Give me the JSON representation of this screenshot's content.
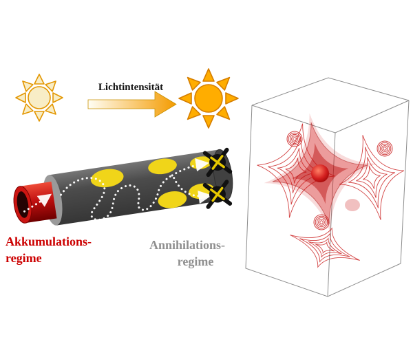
{
  "figure": {
    "intensity_arrow": {
      "label": "Lichtintensität",
      "gradient_start": "#FFFEF5",
      "gradient_end": "#F49B00"
    },
    "suns": {
      "weak_sun_fill": "#F8EDC6",
      "weak_sun_stroke": "#E39600",
      "strong_sun_fill": "#FFAD00",
      "strong_sun_stroke": "#D57E00"
    },
    "tube": {
      "body_color": "#4C4C4C",
      "opening_color": "#C41111",
      "exciton_color": "#F0D519",
      "diffusion_path_color": "#FFFFFF"
    },
    "regime_labels": {
      "accumulation": {
        "line1": "Akkumulations-",
        "line2": "regime",
        "color": "#CC0000"
      },
      "annihilation": {
        "line1": "Annihilations-",
        "line2": "regime",
        "color": "#8F8F8F"
      }
    },
    "density_plot": {
      "contour_color": "#C81414",
      "surface_fill": "#D21919"
    }
  }
}
